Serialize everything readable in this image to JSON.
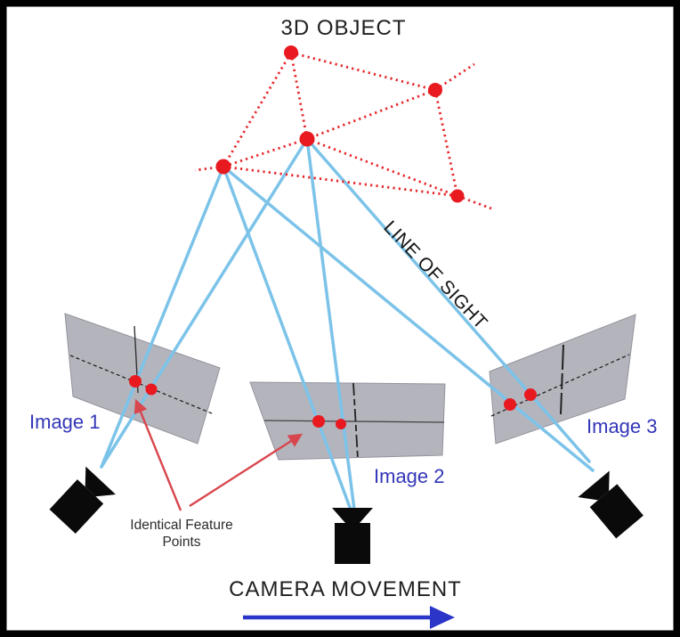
{
  "title": "3D OBJECT",
  "labels": {
    "line_of_sight": "LINE OF SIGHT",
    "image1": "Image 1",
    "image2": "Image 2",
    "image3": "Image 3",
    "identical_line1": "Identical Feature",
    "identical_line2": "Points",
    "camera_movement": "CAMERA MOVEMENT"
  },
  "icons": {
    "camera1": "video-camera-icon",
    "camera2": "video-camera-icon",
    "camera3": "video-camera-icon",
    "movement_arrow": "right-arrow-icon",
    "feature_callout_arrows": "arrow-icon"
  },
  "colors": {
    "object_red": "#e62529",
    "feature_dot_red": "#e81a20",
    "callout_arrow_red": "#d8464e",
    "sight_line_blue": "#7cc3e9",
    "label_blue": "#3336b8",
    "movement_arrow_blue": "#2b36c8",
    "image_plane_gray": "#b4b4bd",
    "camera_black": "#0a0a0a",
    "text_dark": "#1f1f1f",
    "frame_black": "#000000",
    "background": "#ffffff"
  }
}
